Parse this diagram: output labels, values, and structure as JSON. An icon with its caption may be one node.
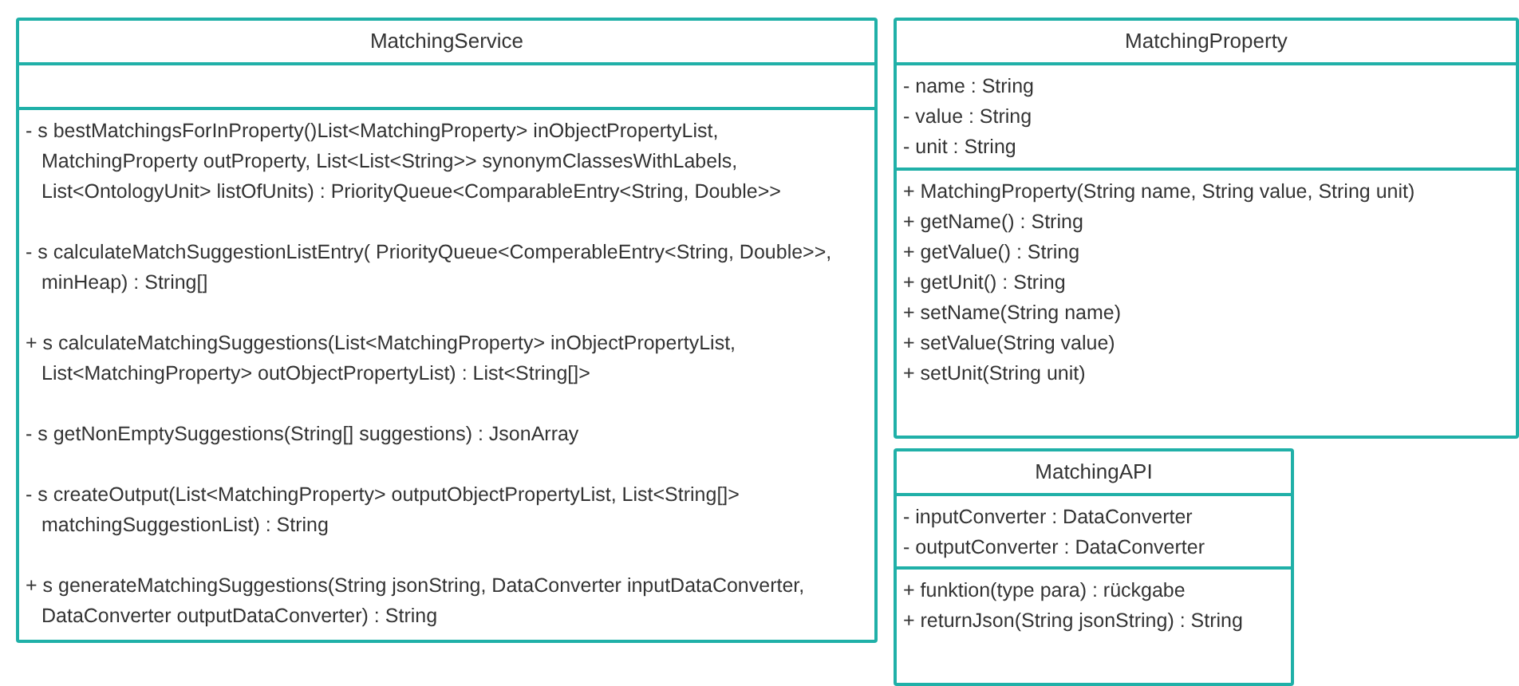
{
  "diagram": {
    "nodes": [
      {
        "text": [
          "MatchingService"
        ]
      },
      {
        "text": [],
        "shape": "box",
        "in": 0
      },
      {
        "text": [
          "- s bestMatchingsForInProperty()List<MatchingProperty> inObjectPropertyList, MatchingProperty outProperty, List<List<String>> synonymClassesWithLabels, List<OntologyUnit> listOfUnits) : PriorityQueue<ComparableEntry<String, Double>>",
          "- s calculateMatchSuggestionListEntry( PriorityQueue<ComperableEntry<String, Double>>, minHeap) : String[]",
          "+ s calculateMatchingSuggestions(List<MatchingProperty> inObjectPropertyList, List<MatchingProperty> outObjectPropertyList) : List<String[]>",
          "- s getNonEmptySuggestions(String[] suggestions) : JsonArray",
          "- s createOutput(List<MatchingProperty> outputObjectPropertyList, List<String[]> matchingSuggestionList) : String",
          "+ s generateMatchingSuggestions(String jsonString, DataConverter inputDataConverter, DataConverter outputDataConverter) : String"
        ],
        "in": 0
      },
      {
        "text": [
          "MatchingProperty"
        ]
      },
      {
        "text": [
          "- name : String",
          "- value : String",
          "- unit : String"
        ],
        "in": 3
      },
      {
        "text": [
          "+ MatchingProperty(String name, String value, String unit)",
          "+ getName() : String",
          "+ getValue() : String",
          "+ getUnit() : String",
          "+ setName(String name)",
          "+ setValue(String value)",
          "+ setUnit(String unit)"
        ],
        "in": 3
      },
      {
        "text": [
          "MatchingAPI"
        ]
      },
      {
        "text": [
          "- inputConverter : DataConverter",
          "- outputConverter : DataConverter"
        ],
        "in": 6
      },
      {
        "text": [
          "+ funktion(type para) : rückgabe",
          "+ returnJson(String jsonString) : String"
        ],
        "in": 6
      }
    ]
  }
}
